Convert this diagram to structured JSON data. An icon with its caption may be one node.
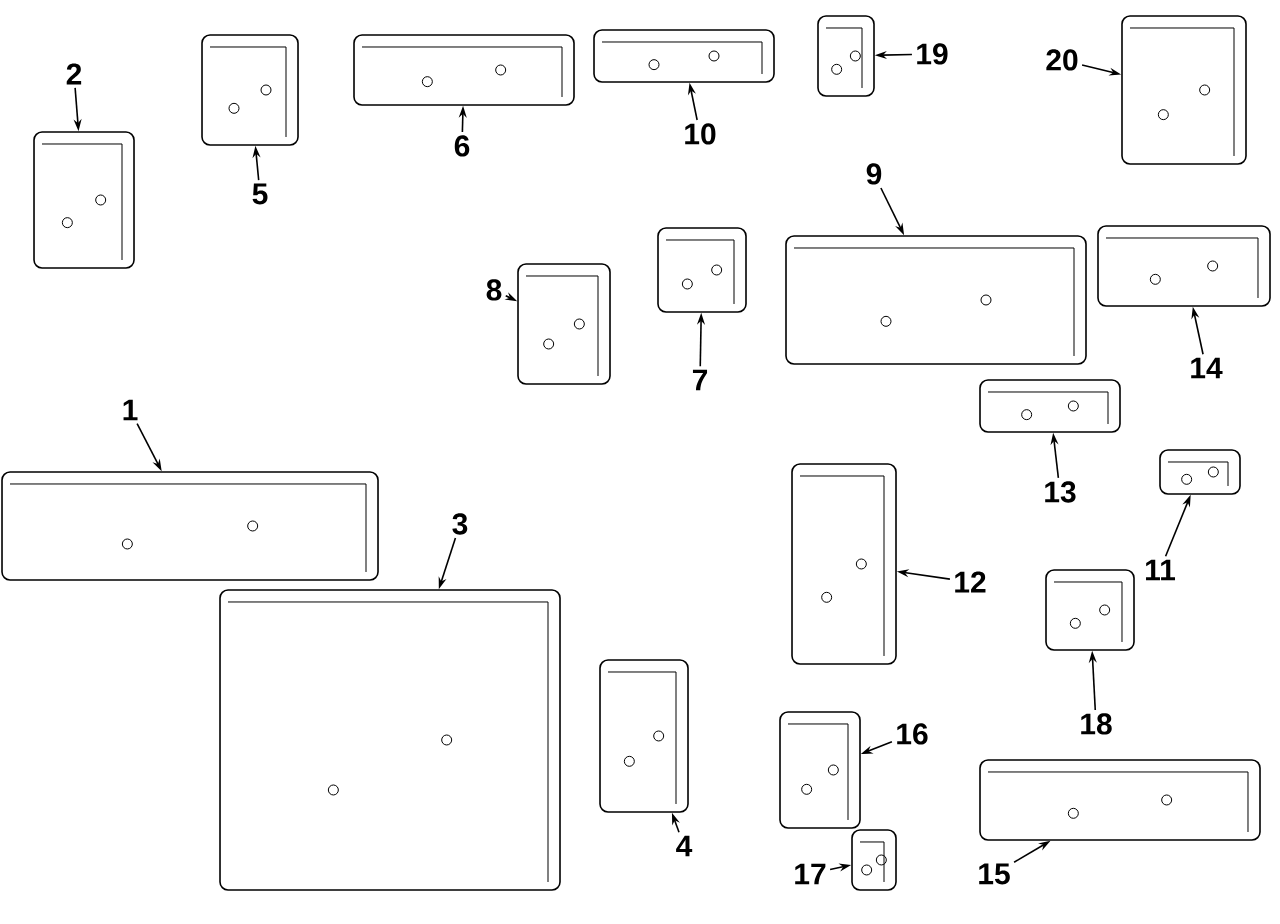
{
  "diagram": {
    "nodes": [
      {
        "text": [
          "1"
        ]
      },
      {
        "text": [
          "2"
        ]
      },
      {
        "text": [
          "3"
        ]
      },
      {
        "text": [
          "4"
        ]
      },
      {
        "text": [
          "5"
        ]
      },
      {
        "text": [
          "6"
        ]
      },
      {
        "text": [
          "7"
        ]
      },
      {
        "text": [
          "8"
        ]
      },
      {
        "text": [
          "9"
        ]
      },
      {
        "text": [
          "10"
        ]
      },
      {
        "text": [
          "11"
        ]
      },
      {
        "text": [
          "12"
        ]
      },
      {
        "text": [
          "13"
        ]
      },
      {
        "text": [
          "14"
        ]
      },
      {
        "text": [
          "15"
        ]
      },
      {
        "text": [
          "16"
        ]
      },
      {
        "text": [
          "17"
        ]
      },
      {
        "text": [
          "18"
        ]
      },
      {
        "text": [
          "19"
        ]
      },
      {
        "text": [
          "20"
        ]
      },
      {
        "text": [],
        "shape": "picture"
      },
      {
        "text": [],
        "shape": "picture"
      },
      {
        "text": [],
        "shape": "picture"
      },
      {
        "text": [],
        "shape": "picture"
      },
      {
        "text": [],
        "shape": "picture"
      },
      {
        "text": [],
        "shape": "picture"
      },
      {
        "text": [],
        "shape": "picture"
      },
      {
        "text": [],
        "shape": "picture"
      },
      {
        "text": [],
        "shape": "picture"
      },
      {
        "text": [],
        "shape": "picture"
      },
      {
        "text": [],
        "shape": "picture"
      },
      {
        "text": [],
        "shape": "picture"
      },
      {
        "text": [],
        "shape": "picture"
      },
      {
        "text": [],
        "shape": "picture"
      },
      {
        "text": [],
        "shape": "picture"
      },
      {
        "text": [],
        "shape": "picture"
      },
      {
        "text": [],
        "shape": "picture"
      },
      {
        "text": [],
        "shape": "picture"
      },
      {
        "text": [],
        "shape": "picture"
      },
      {
        "text": [],
        "shape": "picture"
      }
    ],
    "edges": [
      {
        "from": 0,
        "to": 20,
        "arrow": "to"
      },
      {
        "from": 1,
        "to": 21,
        "arrow": "to"
      },
      {
        "from": 2,
        "to": 22,
        "arrow": "to"
      },
      {
        "from": 3,
        "to": 23,
        "arrow": "to"
      },
      {
        "from": 4,
        "to": 24,
        "arrow": "to"
      },
      {
        "from": 5,
        "to": 25,
        "arrow": "to"
      },
      {
        "from": 6,
        "to": 26,
        "arrow": "to"
      },
      {
        "from": 7,
        "to": 27,
        "arrow": "to"
      },
      {
        "from": 8,
        "to": 28,
        "arrow": "to"
      },
      {
        "from": 9,
        "to": 29,
        "arrow": "to"
      },
      {
        "from": 10,
        "to": 30,
        "arrow": "to"
      },
      {
        "from": 11,
        "to": 31,
        "arrow": "to"
      },
      {
        "from": 12,
        "to": 32,
        "arrow": "to"
      },
      {
        "from": 13,
        "to": 33,
        "arrow": "to"
      },
      {
        "from": 14,
        "to": 34,
        "arrow": "to"
      },
      {
        "from": 15,
        "to": 35,
        "arrow": "to"
      },
      {
        "from": 16,
        "to": 36,
        "arrow": "to"
      },
      {
        "from": 17,
        "to": 37,
        "arrow": "to"
      },
      {
        "from": 18,
        "to": 38,
        "arrow": "to"
      },
      {
        "from": 19,
        "to": 39,
        "arrow": "to"
      }
    ]
  }
}
